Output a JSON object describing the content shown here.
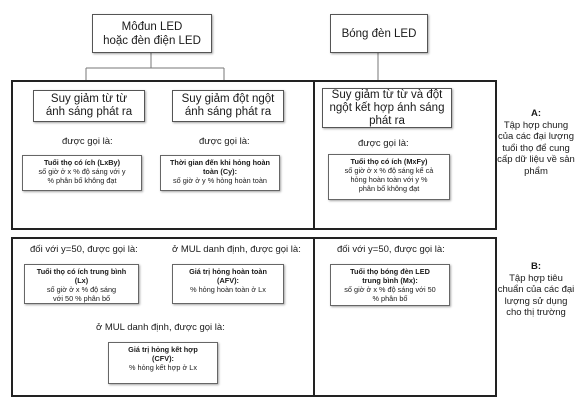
{
  "top": {
    "module": [
      "Môđun LED",
      "hoặc đèn điện LED"
    ],
    "lamp": "Bóng đèn LED"
  },
  "cat": {
    "gradual": [
      "Suy giảm từ từ",
      "ánh sáng phát ra"
    ],
    "abrupt": [
      "Suy giảm đột ngột",
      "ánh sáng phát ra"
    ],
    "combined": [
      "Suy giảm từ từ và đột",
      "ngột kết hợp ánh sáng",
      "phát ra"
    ]
  },
  "called_as": "được gọi là:",
  "sectionA": {
    "d1_title": "Tuổi thọ có ích (LxBy)",
    "d1_text": [
      "số giờ ở x % độ sáng với y",
      "% phân bố không đạt"
    ],
    "d2_title": "Thời gian đến khi hỏng hoàn toàn (Cy):",
    "d2_text": "số giờ ở y % hỏng hoàn toàn",
    "d3_title": "Tuổi thọ có ích (MxFy)",
    "d3_text": [
      "số giờ ở x % độ sáng kể cả",
      "hỏng hoàn toàn với y %",
      "phân bố không đạt"
    ],
    "side_label": "A:",
    "side_text": [
      "Tập hợp chung",
      "của các đại lượng",
      "tuổi thọ để cung",
      "cấp dữ liệu về sản",
      "phẩm"
    ]
  },
  "sectionB": {
    "for_y50": "đối với y=50, được gọi là:",
    "at_mul": "ở MUL danh định, được gọi là:",
    "at_mul2": "ở MUL danh định, được gọi là:",
    "for_y50_lamp": "đối với y=50, được gọi là:",
    "d1_title": [
      "Tuổi thọ có ích trung bình",
      "(Lx)"
    ],
    "d1_text": [
      "số giờ ở x % độ sáng",
      "với 50 % phân bố"
    ],
    "d2_title": [
      "Giá trị hỏng hoàn toàn",
      "(AFV):"
    ],
    "d2_text": "% hỏng hoàn toàn ở Lx",
    "d3_title": [
      "Giá trị hỏng kết hợp",
      "(CFV):"
    ],
    "d3_text": "% hỏng kết hợp ở Lx",
    "d4_title": [
      "Tuổi thọ bóng đèn LED",
      "trung bình (Mx):"
    ],
    "d4_text": [
      "số giờ ở x % độ sáng với 50",
      "% phân bố"
    ],
    "side_label": "B:",
    "side_text": [
      "Tập hợp tiêu",
      "chuẩn của các đại",
      "lượng sử dụng",
      "cho thị trường"
    ]
  }
}
